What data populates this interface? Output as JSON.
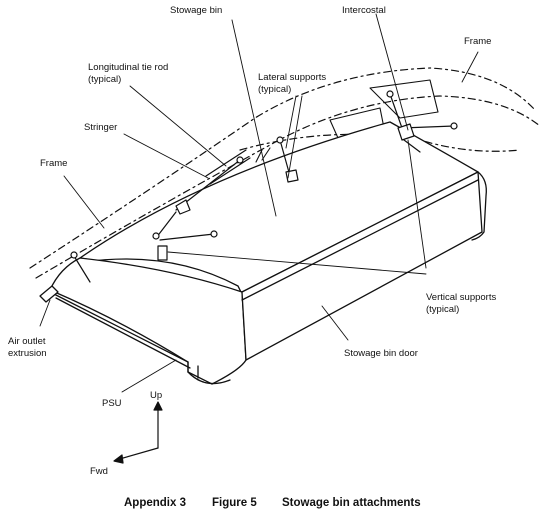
{
  "labels": {
    "stowage_bin": "Stowage bin",
    "intercostal": "Intercostal",
    "frame_right": "Frame",
    "longitudinal_tie_rod_1": "Longitudinal tie rod",
    "longitudinal_tie_rod_2": "(typical)",
    "lateral_supports_1": "Lateral supports",
    "lateral_supports_2": "(typical)",
    "stringer": "Stringer",
    "frame_left": "Frame",
    "vertical_supports_1": "Vertical supports",
    "vertical_supports_2": "(typical)",
    "air_outlet_1": "Air outlet",
    "air_outlet_2": "extrusion",
    "stowage_bin_door": "Stowage bin door",
    "psu": "PSU",
    "up": "Up",
    "fwd": "Fwd"
  },
  "caption": {
    "appendix": "Appendix 3",
    "figure": "Figure 5",
    "title": "Stowage bin attachments"
  }
}
